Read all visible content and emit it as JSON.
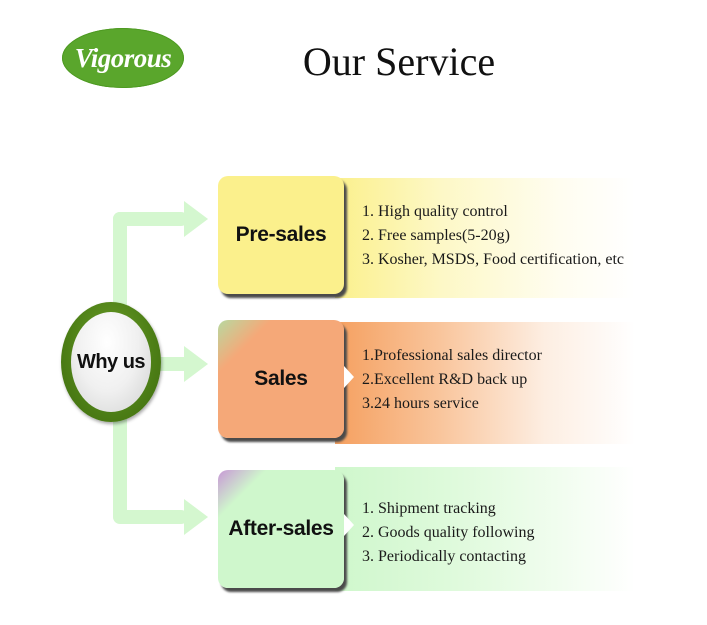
{
  "header": {
    "logo_text": "Vigorous",
    "title": "Our Service"
  },
  "hub": {
    "label": "Why us"
  },
  "sections": [
    {
      "label": "Pre-sales",
      "color": "#fbf08c",
      "items": [
        "1. High quality control",
        "2. Free samples(5-20g)",
        "3. Kosher, MSDS,  Food certification, etc"
      ]
    },
    {
      "label": "Sales",
      "color": "#f5a878",
      "items": [
        "1.Professional sales director",
        "2.Excellent R&D back up",
        "3.24 hours service"
      ]
    },
    {
      "label": "After-sales",
      "color": "#cff7cc",
      "items": [
        "1. Shipment tracking",
        "2. Goods quality following",
        "3. Periodically contacting"
      ]
    }
  ],
  "colors": {
    "logo_green": "#5aa62c",
    "connector_green": "#d4f7cf",
    "hub_ring": "#5a8c1e"
  }
}
